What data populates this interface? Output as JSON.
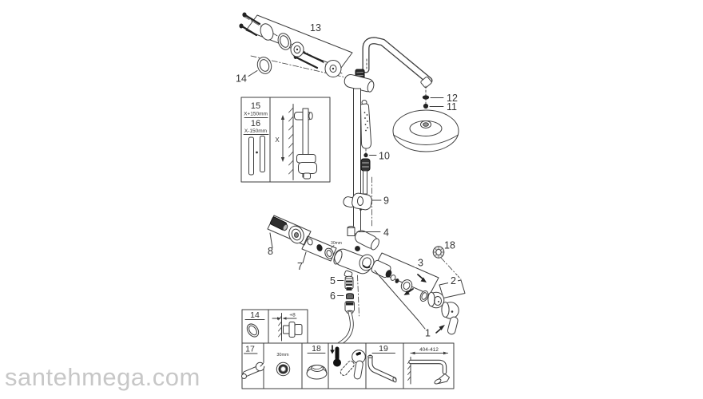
{
  "watermark": "santehmega.com",
  "colors": {
    "line": "#3d3d3d",
    "dark_part": "#222222",
    "label_text": "#333333",
    "watermark_text": "#c7c7c7",
    "background": "#ffffff"
  },
  "callouts": {
    "c1": "1",
    "c2": "2",
    "c3": "3",
    "c4": "4",
    "c5": "5",
    "c6": "6",
    "c7": "7",
    "c8": "8",
    "c9": "9",
    "c10": "10",
    "c11": "11",
    "c12": "12",
    "c13": "13",
    "c14": "14",
    "c18": "18"
  },
  "valve_annotation": {
    "nut_size": "30mm"
  },
  "height_inset": {
    "upper_part_number": "15",
    "upper_part_dim": "X+150mm",
    "lower_part_number": "16",
    "lower_part_dim": "X-150mm",
    "axis_label": "X"
  },
  "parts_table_row1": {
    "oring_number": "14",
    "wall_offset": "+8"
  },
  "parts_table_row2": {
    "wrench_number": "17",
    "nut_size": "30mm",
    "seal_number": "18",
    "spout_number": "19",
    "arm_length": "404-412"
  }
}
